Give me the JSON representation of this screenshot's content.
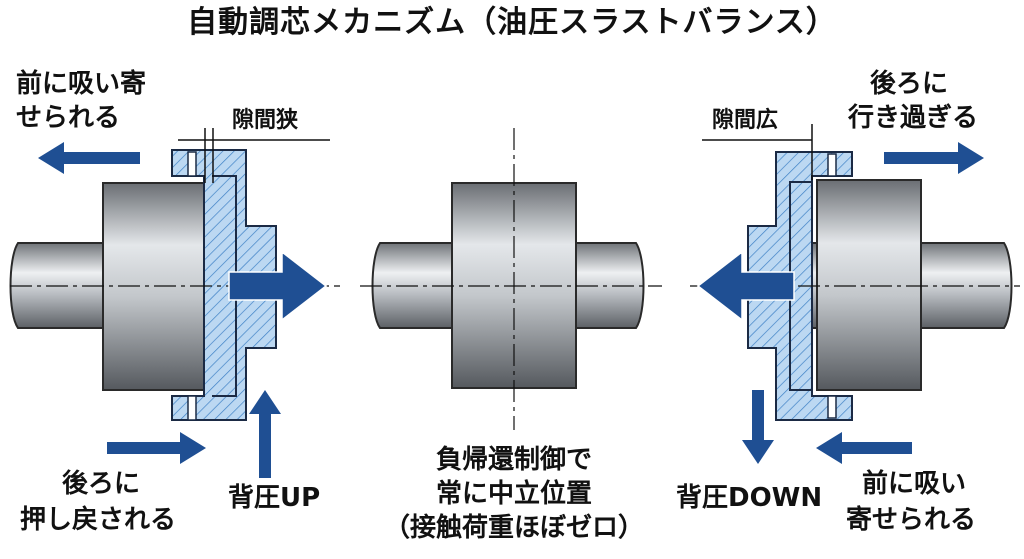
{
  "title": "自動調芯メカニズム（油圧スラストバランス）",
  "left": {
    "pulled_line1": "前に吸い寄",
    "pulled_line2": "せられる",
    "gap_label": "隙間狭",
    "pushback_line1": "後ろに",
    "pushback_line2": "押し戻される",
    "pressure_label": "背圧UP"
  },
  "center": {
    "line1": "負帰還制御で",
    "line2": "常に中立位置",
    "line3": "（接触荷重ほぼゼロ）"
  },
  "right": {
    "gap_label": "隙間広",
    "overshoot_line1": "後ろに",
    "overshoot_line2": "行き過ぎる",
    "pressure_label": "背圧DOWN",
    "pulled_line1": "前に吸い",
    "pulled_line2": "寄せられる"
  },
  "colors": {
    "arrow": "#1f4f93",
    "hatch_fill": "#bcd8f2",
    "hatch_line": "#3f82c6",
    "metal_dark": "#6a6e73",
    "metal_light": "#eef0f2"
  }
}
